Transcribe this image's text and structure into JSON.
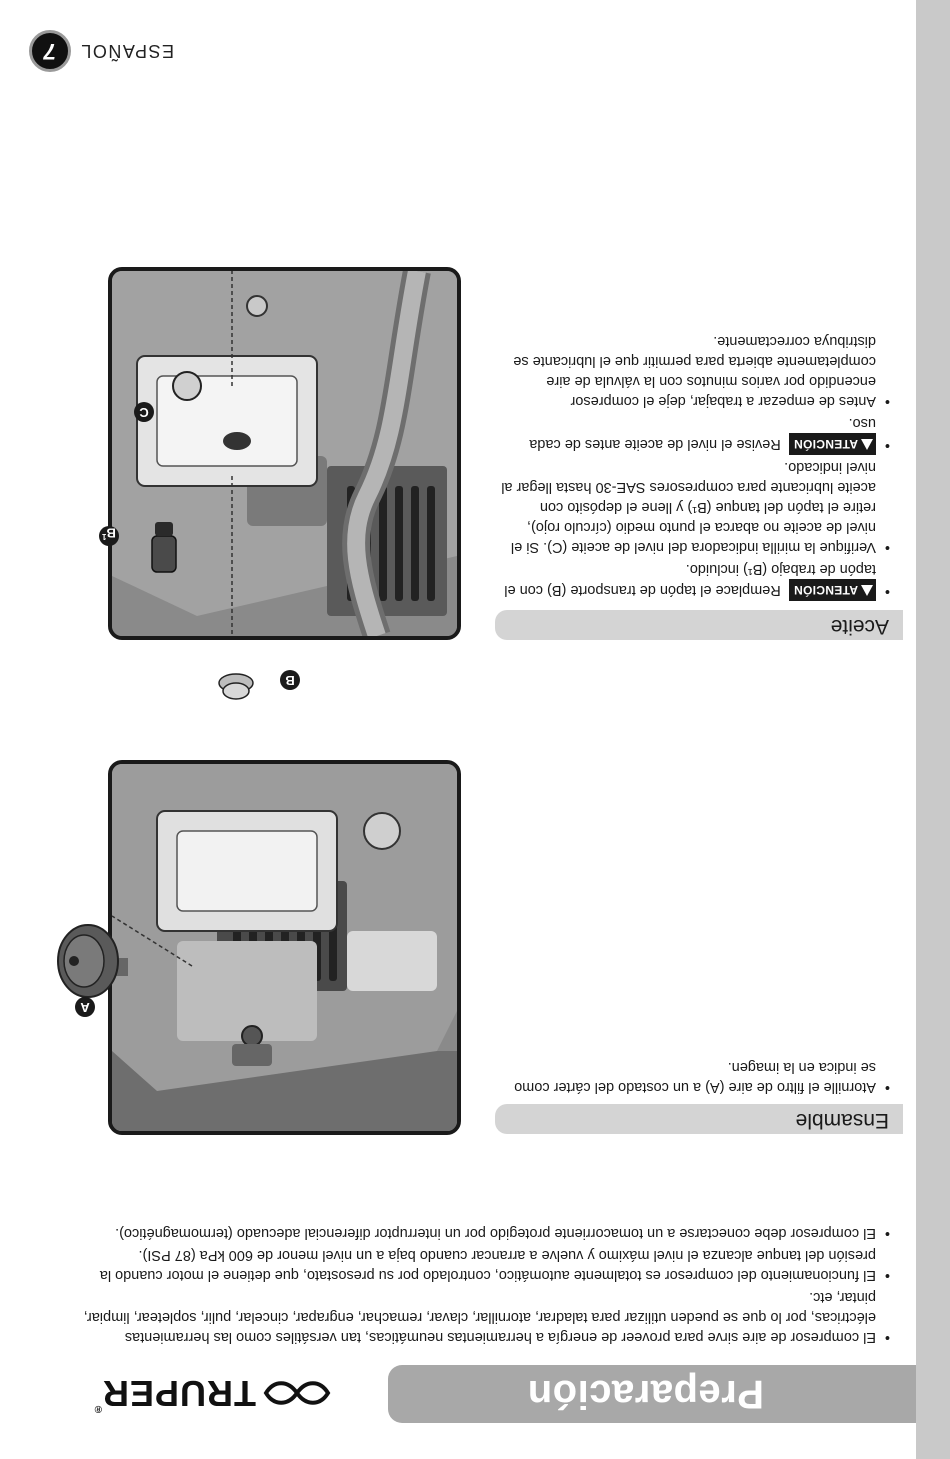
{
  "header": {
    "title": "Preparación",
    "brand": "TRUPER",
    "brand_logo_icon": "truper-logo-icon"
  },
  "intro": {
    "items": [
      "El compresor de aire sirve para proveer de energía a herramientas neumáticas, tan versátiles como las herramientas eléctricas, por lo que se pueden utilizar para taladrar, atornillar, clavar, remachar, engrapar, cincelar, pulir, sopletear, limpiar, pintar, etc.",
      "El funcionamiento del compresor es totalmente automático, controlado por su presostato, que detiene el motor cuando la presión del tanque alcanza el nivel máximo y vuelve a arrancar cuando baja a un nivel menor de 600 kPa (87 PSI).",
      "El compresor debe conectarse a un tomacorriente protegido por un interruptor diferencial adecuado (termomagnético)."
    ]
  },
  "ensamble": {
    "title": "Ensamble",
    "item_text": "Atornille el filtro de aire (A) a un costado del cárter como se indica en la imagen.",
    "callout_a": "A"
  },
  "aceite": {
    "title": "Aceite",
    "warning_label": "ATENCIÓN",
    "warning_icon": "warning-triangle-icon",
    "item1": "Remplace el tapón de transporte (B) con el tapón de trabajo (B¹) incluido.",
    "item2": "Verifique la mirilla indicadora del nivel de aceite (C). Si el nivel de aceite no abarca el punto medio (círculo rojo), retire el tapón del tanque (B¹) y llene el depósito con aceite lubricante para compresores SAE-30 hasta llegar al nivel indicado.",
    "item3": "Revise el nivel de aceite antes de cada uso.",
    "item4": "Antes de empezar a trabajar, deje el compresor encendido por varios minutos con la válvula de aire completamente abierta para permitir que el lubricante se distribuya correctamente.",
    "callout_b": "B",
    "callout_b1": "B",
    "callout_c": "C"
  },
  "footer": {
    "language": "ESPAÑOL",
    "page_number": "7"
  },
  "colors": {
    "header_bar": "#a8a8a8",
    "section_bar": "#d4d4d4",
    "side_strip": "#c9c9c9",
    "ink": "#1a1a1a"
  }
}
